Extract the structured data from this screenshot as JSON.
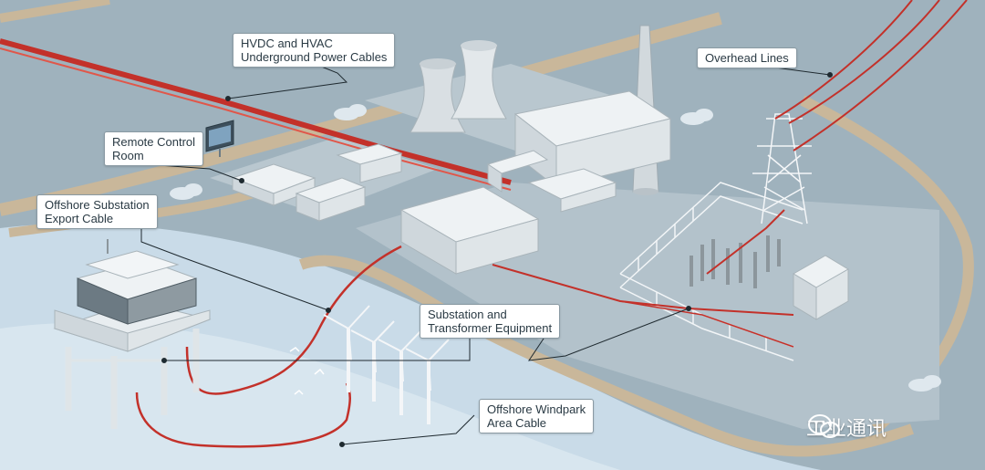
{
  "callouts": {
    "hvdc": "HVDC and HVAC\nUnderground Power Cables",
    "overhead": "Overhead Lines",
    "remote_control": "Remote Control\nRoom",
    "export_cable": "Offshore Substation\nExport Cable",
    "substation_equipment": "Substation and\nTransformer Equipment",
    "windpark_cable": "Offshore Windpark\nArea Cable"
  },
  "brand": {
    "name": "工业通讯",
    "icon": "wechat-icon"
  },
  "colors": {
    "cable": "#c3312a",
    "sea": "#c9dbe8",
    "land": "#aebcc6",
    "shore": "#c9b79a"
  }
}
